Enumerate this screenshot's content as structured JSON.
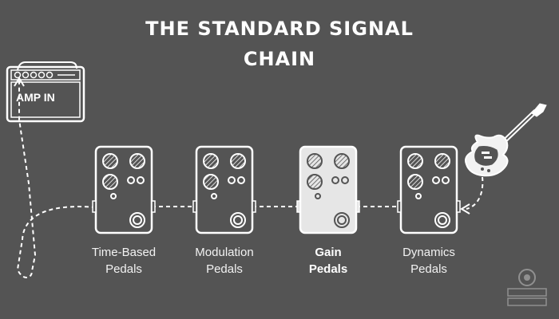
{
  "title": {
    "line1": "THE STANDARD SIGNAL",
    "line2": "CHAIN"
  },
  "amp": {
    "label": "AMP IN",
    "icon": "amplifier-icon"
  },
  "guitar": {
    "icon": "electric-guitar-icon"
  },
  "pedals": [
    {
      "line1": "Time-Based",
      "line2": "Pedals",
      "highlighted": false,
      "icon": "effects-pedal-icon"
    },
    {
      "line1": "Modulation",
      "line2": "Pedals",
      "highlighted": false,
      "icon": "effects-pedal-icon"
    },
    {
      "line1": "Gain",
      "line2": "Pedals",
      "highlighted": true,
      "icon": "effects-pedal-icon"
    },
    {
      "line1": "Dynamics",
      "line2": "Pedals",
      "highlighted": false,
      "icon": "effects-pedal-icon"
    }
  ],
  "watermark": {
    "icon": "pedal-logo-icon"
  },
  "colors": {
    "background": "#545454",
    "outline": "#ffffff",
    "highlight_fill": "#e6e6e6"
  }
}
